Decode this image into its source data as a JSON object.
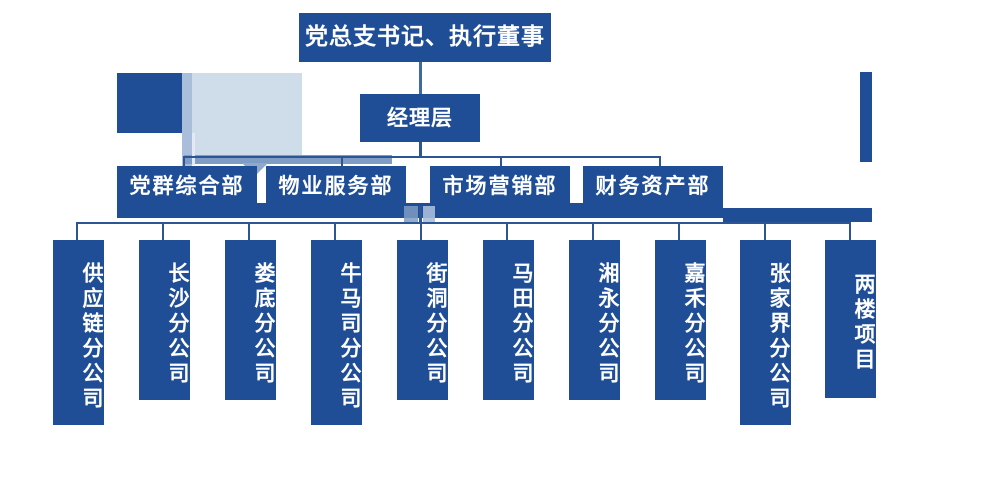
{
  "chart": {
    "type": "org-chart",
    "title": "",
    "colors": {
      "node_fill": "#1F4E96",
      "node_text": "#FFFFFF",
      "connector": "#2C5596",
      "callout_light": "#CFDCEA",
      "callout_strip": "#7E9CC4",
      "background": "#FFFFFF"
    },
    "levels": [
      {
        "level": 1,
        "name": "executive",
        "nodes": [
          {
            "id": "n1",
            "label": "党总支书记、执行董事"
          }
        ]
      },
      {
        "level": 2,
        "name": "management",
        "nodes": [
          {
            "id": "n2",
            "label": "经理层"
          }
        ]
      },
      {
        "level": 3,
        "name": "departments",
        "nodes": [
          {
            "id": "d1",
            "label": "党群综合部"
          },
          {
            "id": "d2",
            "label": "物业服务部"
          },
          {
            "id": "d3",
            "label": "市场营销部"
          },
          {
            "id": "d4",
            "label": "财务资产部"
          }
        ]
      },
      {
        "level": 4,
        "name": "branches",
        "nodes": [
          {
            "id": "b1",
            "label": "供应链分公司"
          },
          {
            "id": "b2",
            "label": "长沙分公司"
          },
          {
            "id": "b3",
            "label": "娄底分公司"
          },
          {
            "id": "b4",
            "label": "牛马司分公司"
          },
          {
            "id": "b5",
            "label": "街洞分公司"
          },
          {
            "id": "b6",
            "label": "马田分公司"
          },
          {
            "id": "b7",
            "label": "湘永分公司"
          },
          {
            "id": "b8",
            "label": "嘉禾分公司"
          },
          {
            "id": "b9",
            "label": "张家界分公司"
          },
          {
            "id": "b10",
            "label": "两楼项目"
          }
        ]
      }
    ]
  },
  "executive": {
    "title": "党总支书记、执行董事"
  },
  "management": {
    "title": "经理层"
  },
  "departments": {
    "items": [
      {
        "label": "党群综合部"
      },
      {
        "label": "物业服务部"
      },
      {
        "label": "市场营销部"
      },
      {
        "label": "财务资产部"
      }
    ]
  },
  "branches": {
    "items": [
      {
        "label": "供应链分公司"
      },
      {
        "label": "长沙分公司"
      },
      {
        "label": "娄底分公司"
      },
      {
        "label": "牛马司分公司"
      },
      {
        "label": "街洞分公司"
      },
      {
        "label": "马田分公司"
      },
      {
        "label": "湘永分公司"
      },
      {
        "label": "嘉禾分公司"
      },
      {
        "label": "张家界分公司"
      },
      {
        "label": "两楼项目"
      }
    ]
  }
}
